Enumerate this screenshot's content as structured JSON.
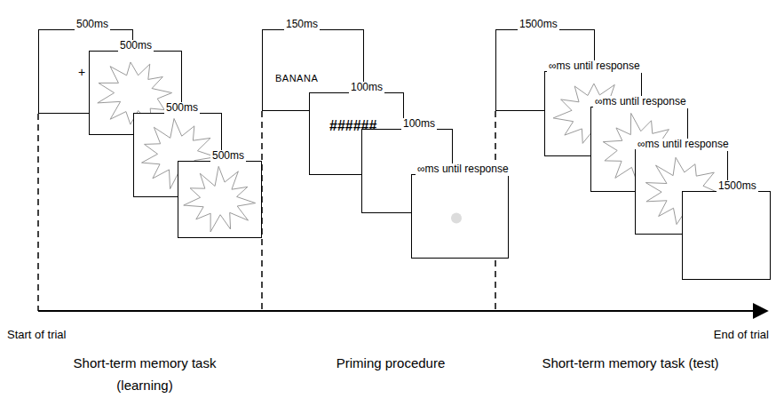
{
  "diagram": {
    "nodes": [
      {
        "text": [
          "500ms",
          "+"
        ]
      },
      {
        "text": [
          "500ms"
        ]
      },
      {
        "text": [
          "500ms"
        ]
      },
      {
        "text": [
          "500ms"
        ]
      },
      {
        "text": [
          "150ms",
          "BANANA"
        ]
      },
      {
        "text": [
          "100ms",
          "######"
        ]
      },
      {
        "text": [
          "100ms"
        ]
      },
      {
        "text": [
          "∞ms until response"
        ]
      },
      {
        "text": [
          "1500ms"
        ]
      },
      {
        "text": [
          "∞ms until response"
        ]
      },
      {
        "text": [
          "∞ms until response"
        ]
      },
      {
        "text": [
          "∞ms until response"
        ]
      },
      {
        "text": [
          "1500ms"
        ]
      }
    ],
    "labels": [
      "Start of trial",
      "End of trial",
      "Short-term memory task (learning)",
      "Priming procedure",
      "Short-term memory task (test)"
    ]
  }
}
